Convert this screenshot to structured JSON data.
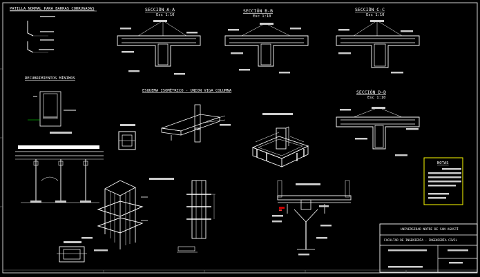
{
  "drawing": {
    "titles": {
      "patilla": "PATILLA NORMAL PARA BARRAS CORRUGADAS",
      "recubrimientos": "RECUBRIMIENTOS MÍNIMOS",
      "esquema": "ESQUEMA ISOMÉTRICO - UNION VIGA COLUMNA",
      "sec_a": "SECCIÓN A-A",
      "sec_b": "SECCIÓN B-B",
      "sec_c": "SECCIÓN C-C",
      "sec_d": "SECCIÓN D-D"
    },
    "scales": {
      "sec_a": "Esc 1:10",
      "sec_b": "Esc 1:10",
      "sec_c": "Esc 1:10",
      "sec_d": "Esc 1:10"
    },
    "notes_title": "NOTAS",
    "title_block": {
      "university": "UNIVERSIDAD NOTRE DE SAN AGUSTÍ",
      "faculty": "FACULTAD DE INGENIERÍA - INGENIERÍA CIVIL"
    }
  }
}
